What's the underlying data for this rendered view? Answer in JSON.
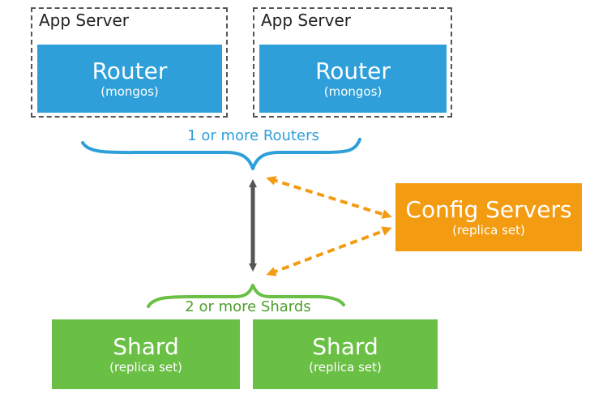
{
  "colors": {
    "router_blue": "#2e9fd8",
    "config_orange": "#f39c12",
    "shard_green": "#6abf45",
    "arrow_gray": "#555555",
    "dashed_border": "#555555"
  },
  "app_servers": [
    {
      "label": "App Server",
      "router": {
        "title": "Router",
        "subtitle": "(mongos)"
      }
    },
    {
      "label": "App Server",
      "router": {
        "title": "Router",
        "subtitle": "(mongos)"
      }
    }
  ],
  "routers_group_label": "1 or more Routers",
  "config_servers": {
    "title": "Config Servers",
    "subtitle": "(replica set)"
  },
  "shards_group_label": "2 or more Shards",
  "shards": [
    {
      "title": "Shard",
      "subtitle": "(replica set)"
    },
    {
      "title": "Shard",
      "subtitle": "(replica set)"
    }
  ]
}
